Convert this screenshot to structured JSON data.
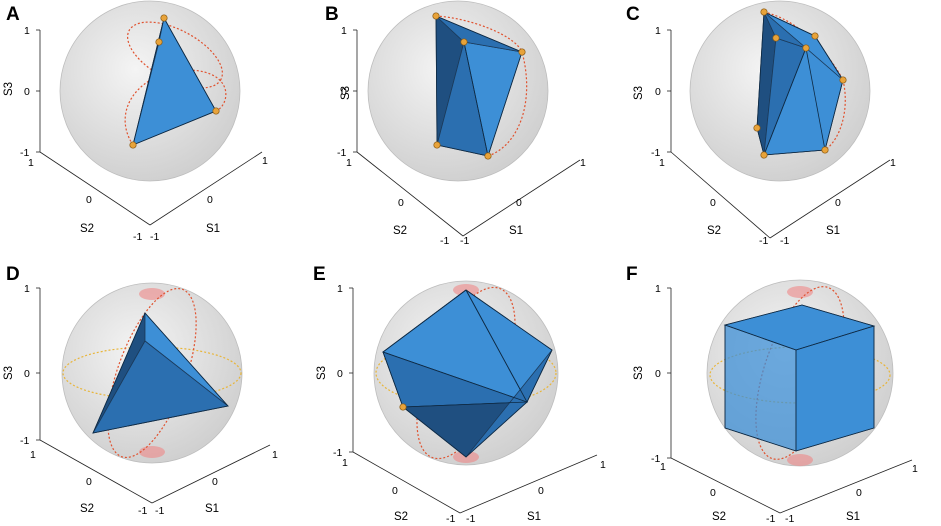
{
  "panels": [
    {
      "label": "A"
    },
    {
      "label": "B"
    },
    {
      "label": "C"
    },
    {
      "label": "D"
    },
    {
      "label": "E"
    },
    {
      "label": "F"
    }
  ],
  "axes": {
    "s3_label": "S3",
    "s2_label": "S2",
    "s1_label": "S1",
    "tick_pos": "1",
    "tick_zero": "0",
    "tick_neg": "-1"
  },
  "colors": {
    "polyhedron": "#3d8fd6",
    "sphere": "#d9d9d9",
    "circle_red": "#e0522f",
    "circle_yellow": "#e8b53a",
    "marker": "#e8a33a",
    "pole": "#f08080"
  }
}
